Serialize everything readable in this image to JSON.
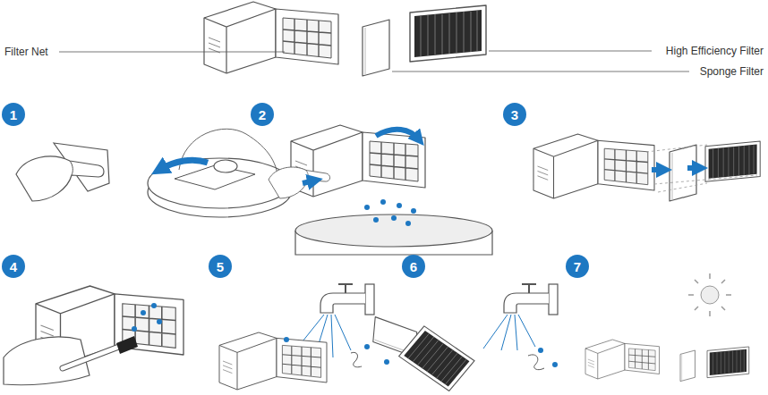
{
  "diagram": {
    "nodes": [
      {
        "text": [
          "1"
        ]
      },
      {
        "text": [
          "2"
        ]
      },
      {
        "text": [
          "3"
        ]
      },
      {
        "text": [
          "4"
        ]
      },
      {
        "text": [
          "5"
        ]
      },
      {
        "text": [
          "6"
        ]
      },
      {
        "text": [
          "7"
        ]
      }
    ],
    "labels": [
      "Filter Net",
      "High Efficiency Filter",
      "Sponge Filter"
    ]
  }
}
